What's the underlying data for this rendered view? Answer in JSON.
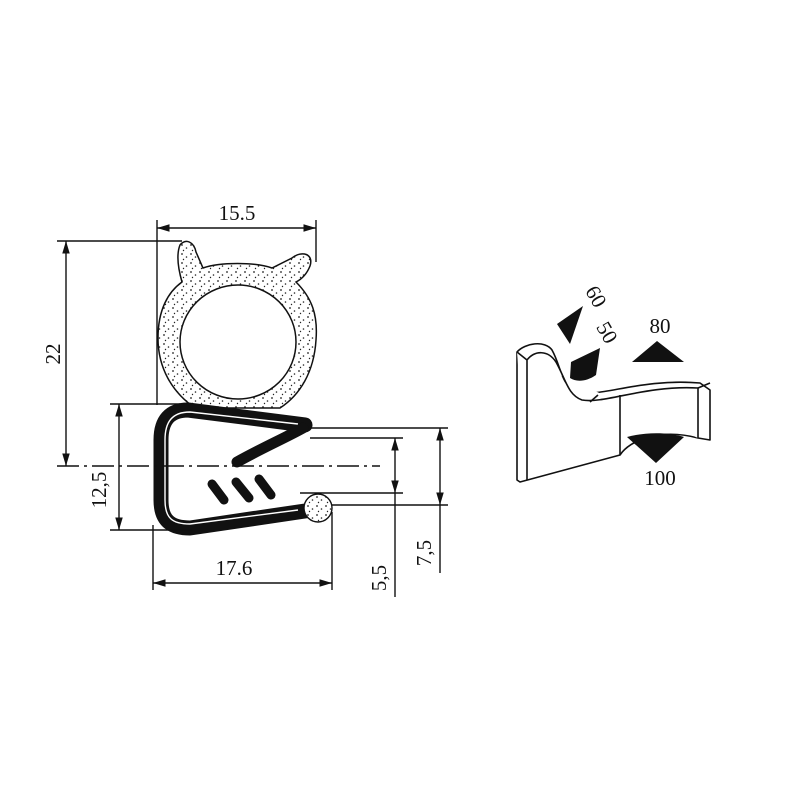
{
  "profile_drawing": {
    "dimensions": {
      "top_width": "15.5",
      "total_height": "22",
      "clip_height": "12,5",
      "base_width": "17.6",
      "inner_gap": "5,5",
      "outer_gap": "7,5"
    }
  },
  "load_diagram": {
    "labels": {
      "angle_top": "60",
      "angle_inner": "50",
      "top_force": "80",
      "bottom_force": "100"
    }
  },
  "colors": {
    "ink": "#111111",
    "background": "#ffffff"
  }
}
